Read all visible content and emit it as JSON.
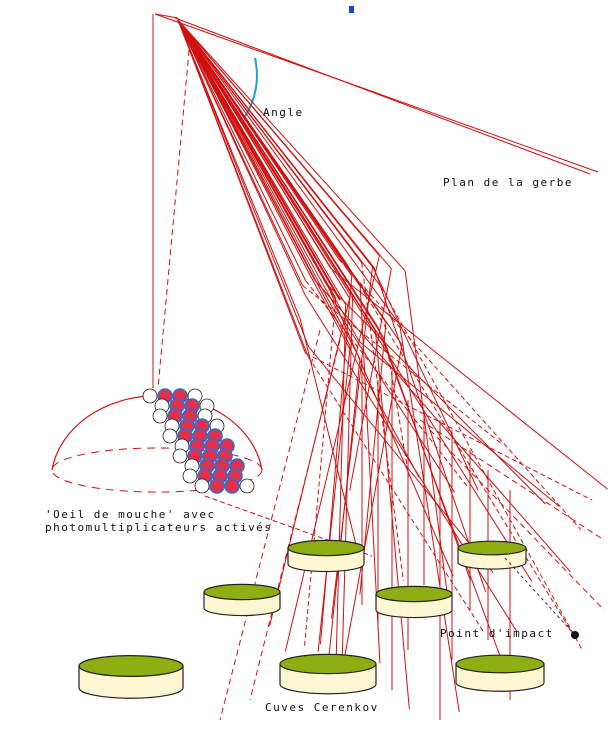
{
  "labels": {
    "angle": "Angle",
    "shower_plane": "Plan de la gerbe",
    "eye_line1": "'Oeil de mouche' avec",
    "eye_line2": "photomultiplicateurs activés",
    "impact": "Point d'impact",
    "tanks": "Cuves Cerenkov"
  },
  "colors": {
    "shower": "#d11010",
    "angle_arc": "#1aa3d9",
    "tank_top": "#8fae14",
    "tank_body": "#fff6d2",
    "pmt_active": "#e0304a",
    "pmt_active_ring": "#2f6fd0",
    "marker": "#1a3fe0"
  },
  "icons": [
    "blue-square-marker-icon",
    "impact-point-dot-icon"
  ]
}
